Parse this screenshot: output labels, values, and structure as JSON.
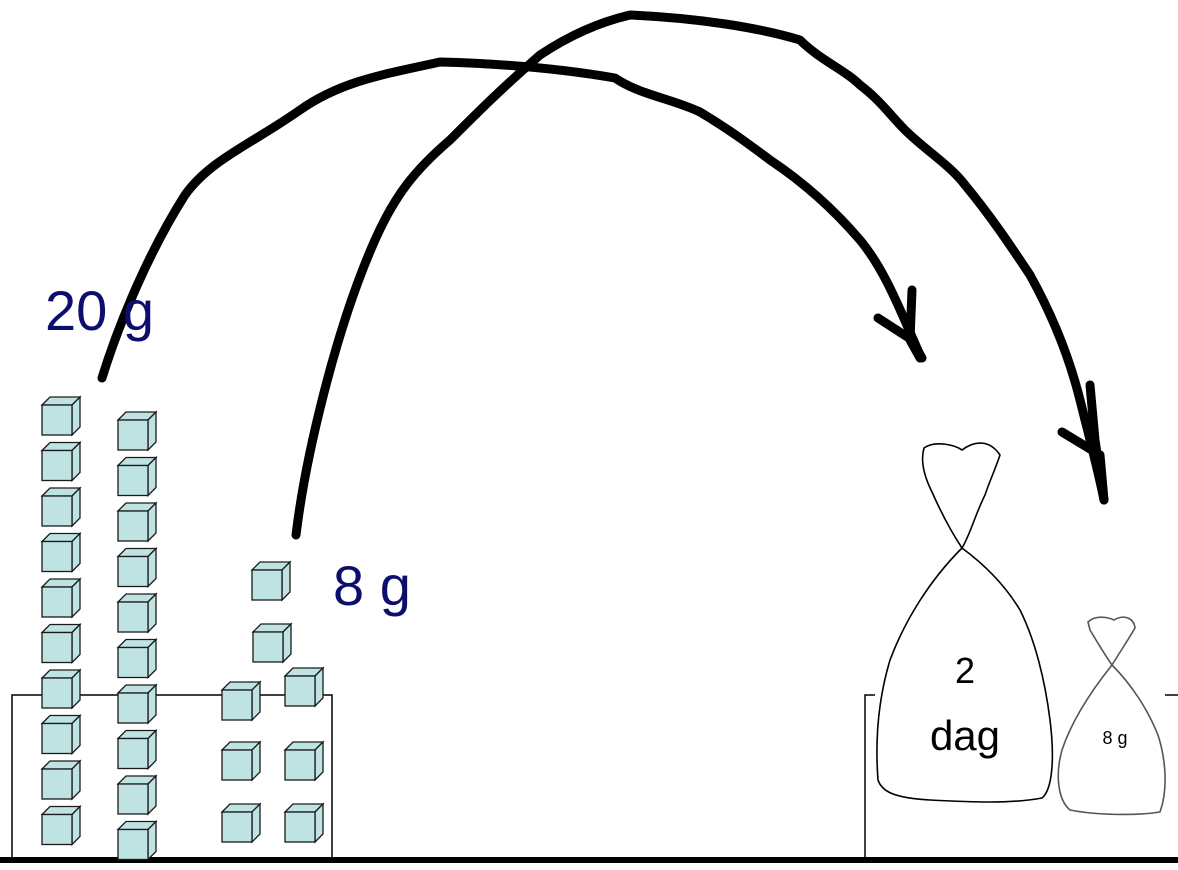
{
  "labels": {
    "twenty_grams": "20 g",
    "eight_grams": "8 g"
  },
  "bags": {
    "big": {
      "line1": "2",
      "line2": "dag"
    },
    "small": {
      "label": "8 g"
    }
  },
  "colors": {
    "label_blue": "#0d0d6e",
    "cube_face": "#bfe3e3",
    "cube_edge": "#1a1a1a",
    "ink": "#000000"
  },
  "counts": {
    "tall_stack_a": 10,
    "tall_stack_b": 10,
    "small_cubes": 8
  }
}
